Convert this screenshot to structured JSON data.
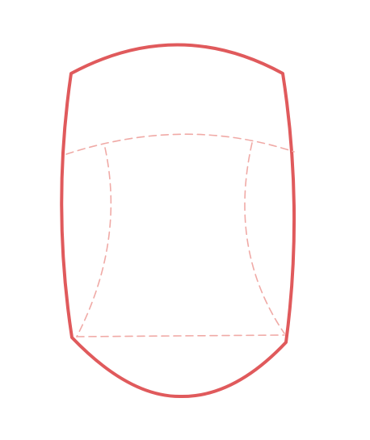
{
  "colors": {
    "background": "#ffffff",
    "outline": "#e05a5c",
    "guides": "#f0aaa6"
  },
  "shapes": {
    "outline": "closed-curved-shield-outline",
    "guides": [
      "upper-arc-guide",
      "left-curve-guide",
      "right-curve-guide",
      "bottom-line-guide"
    ]
  }
}
